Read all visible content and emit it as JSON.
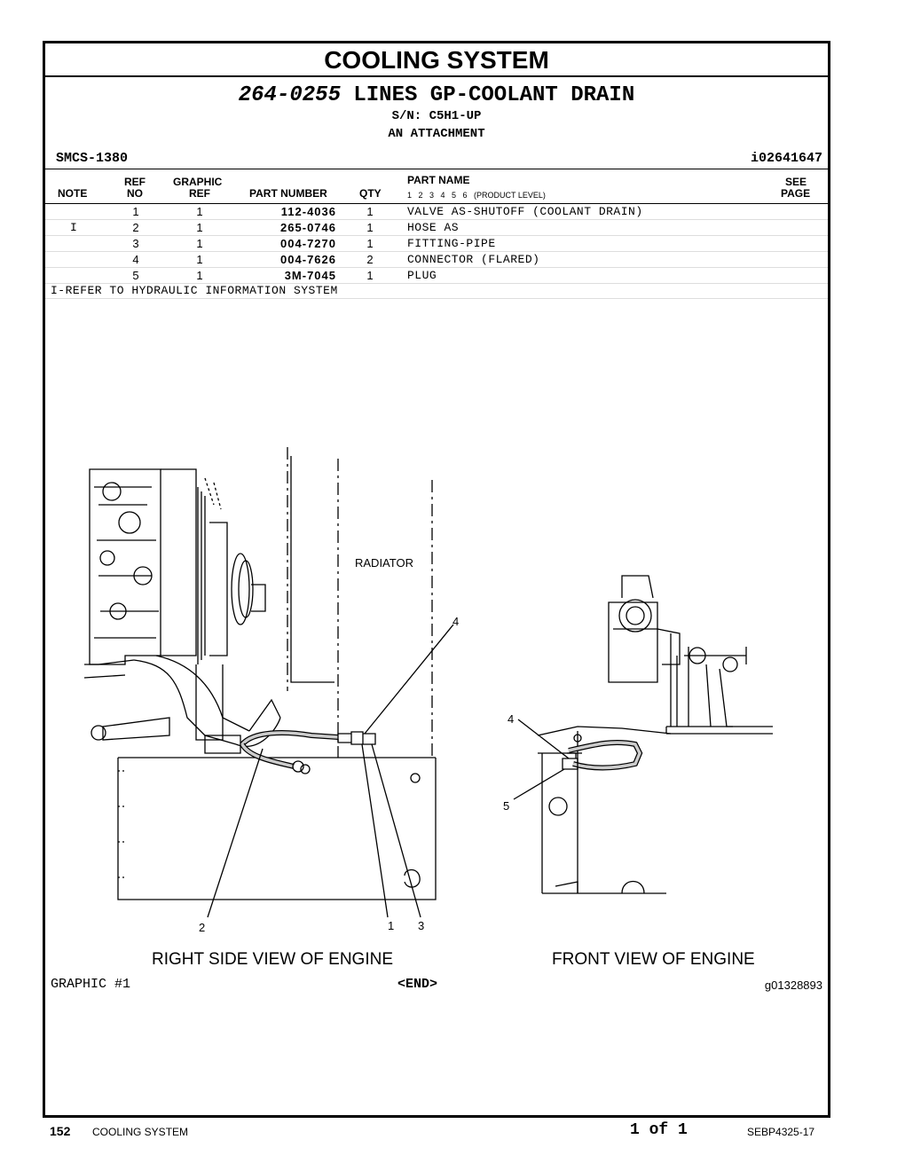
{
  "section_title": "COOLING SYSTEM",
  "group": {
    "part_number": "264-0255",
    "name": "LINES GP-COOLANT DRAIN"
  },
  "serial": "S/N: C5H1-UP",
  "attachment": "AN ATTACHMENT",
  "smcs": "SMCS-1380",
  "identifier": "i02641647",
  "table": {
    "headers": {
      "note": "NOTE",
      "ref_top": "REF",
      "ref_bottom": "NO",
      "graphic_top": "GRAPHIC",
      "graphic_bottom": "REF",
      "part_number": "PART NUMBER",
      "qty": "QTY",
      "part_name": "PART NAME",
      "levels": "1   2   3   4   5   6   (PRODUCT LEVEL)",
      "see_top": "SEE",
      "see_bottom": "PAGE"
    },
    "rows": [
      {
        "note": "",
        "ref": "1",
        "graphic": "1",
        "part_number": "112-4036",
        "qty": "1",
        "name": "VALVE AS-SHUTOFF (COOLANT DRAIN)"
      },
      {
        "note": "I",
        "ref": "2",
        "graphic": "1",
        "part_number": "265-0746",
        "qty": "1",
        "name": "HOSE AS"
      },
      {
        "note": "",
        "ref": "3",
        "graphic": "1",
        "part_number": "004-7270",
        "qty": "1",
        "name": "FITTING-PIPE"
      },
      {
        "note": "",
        "ref": "4",
        "graphic": "1",
        "part_number": "004-7626",
        "qty": "2",
        "name": "CONNECTOR (FLARED)"
      },
      {
        "note": "",
        "ref": "5",
        "graphic": "1",
        "part_number": "3M-7045",
        "qty": "1",
        "name": "PLUG"
      }
    ]
  },
  "note_text": "I-REFER TO HYDRAULIC INFORMATION SYSTEM",
  "illustration": {
    "radiator_label": "RADIATOR",
    "callouts_right": [
      "4",
      "2",
      "1",
      "3"
    ],
    "callouts_front": [
      "4",
      "5"
    ],
    "right_view_label": "RIGHT SIDE VIEW OF ENGINE",
    "front_view_label": "FRONT VIEW OF ENGINE"
  },
  "graphic_label": "GRAPHIC #1",
  "end_label": "<END>",
  "graphic_number": "g01328893",
  "footer": {
    "page": "152",
    "section": "COOLING SYSTEM",
    "page_of": "1 of 1",
    "doc": "SEBP4325-17"
  }
}
